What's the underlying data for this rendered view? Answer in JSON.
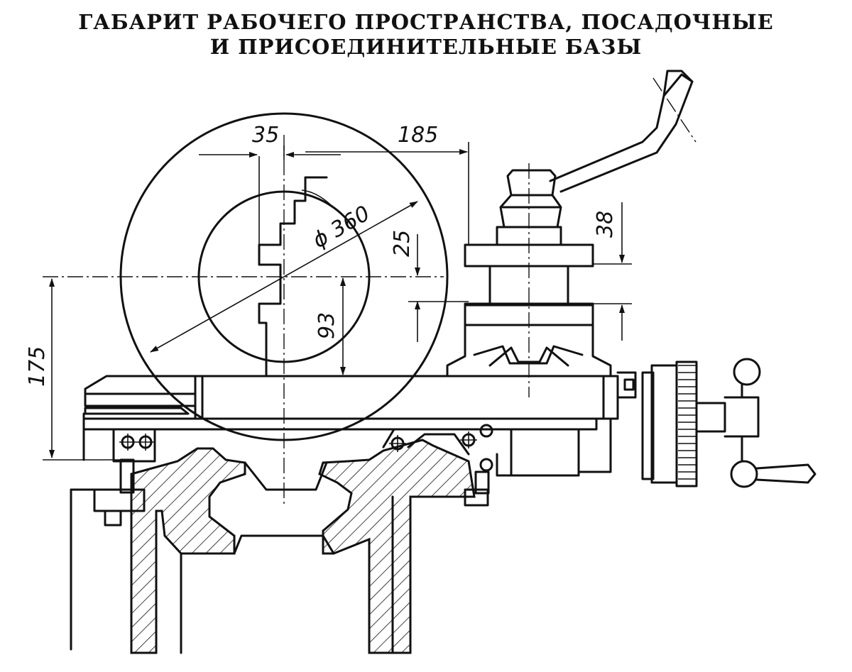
{
  "title": {
    "line1": "ГАБАРИТ РАБОЧЕГО ПРОСТРАНСТВА, ПОСАДОЧНЫЕ",
    "line2": "И ПРИСОЕДИНИТЕЛЬНЫЕ БАЗЫ"
  },
  "dimensions": {
    "d35": "35",
    "d185": "185",
    "d360": "ϕ 360",
    "d25": "25",
    "d38": "38",
    "d93": "93",
    "d175": "175"
  }
}
